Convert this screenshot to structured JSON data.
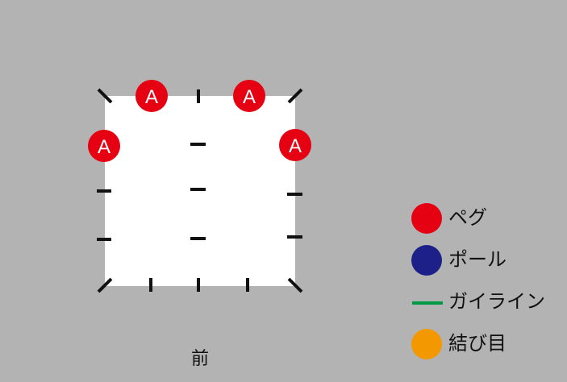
{
  "diagram": {
    "peg_letter": "A",
    "front_label": "前",
    "colors": {
      "background": "#b2b3b2",
      "floor": "#ffffff",
      "mark": "#111111",
      "peg": "#e50012",
      "pole": "#1d2088",
      "guyline": "#009944",
      "knot": "#f39800"
    }
  },
  "legend": {
    "items": [
      {
        "label": "ペグ",
        "kind": "circle",
        "color": "#e50012"
      },
      {
        "label": "ポール",
        "kind": "circle",
        "color": "#1d2088"
      },
      {
        "label": "ガイライン",
        "kind": "line",
        "color": "#009944"
      },
      {
        "label": "結び目",
        "kind": "circle",
        "color": "#f39800"
      }
    ]
  }
}
